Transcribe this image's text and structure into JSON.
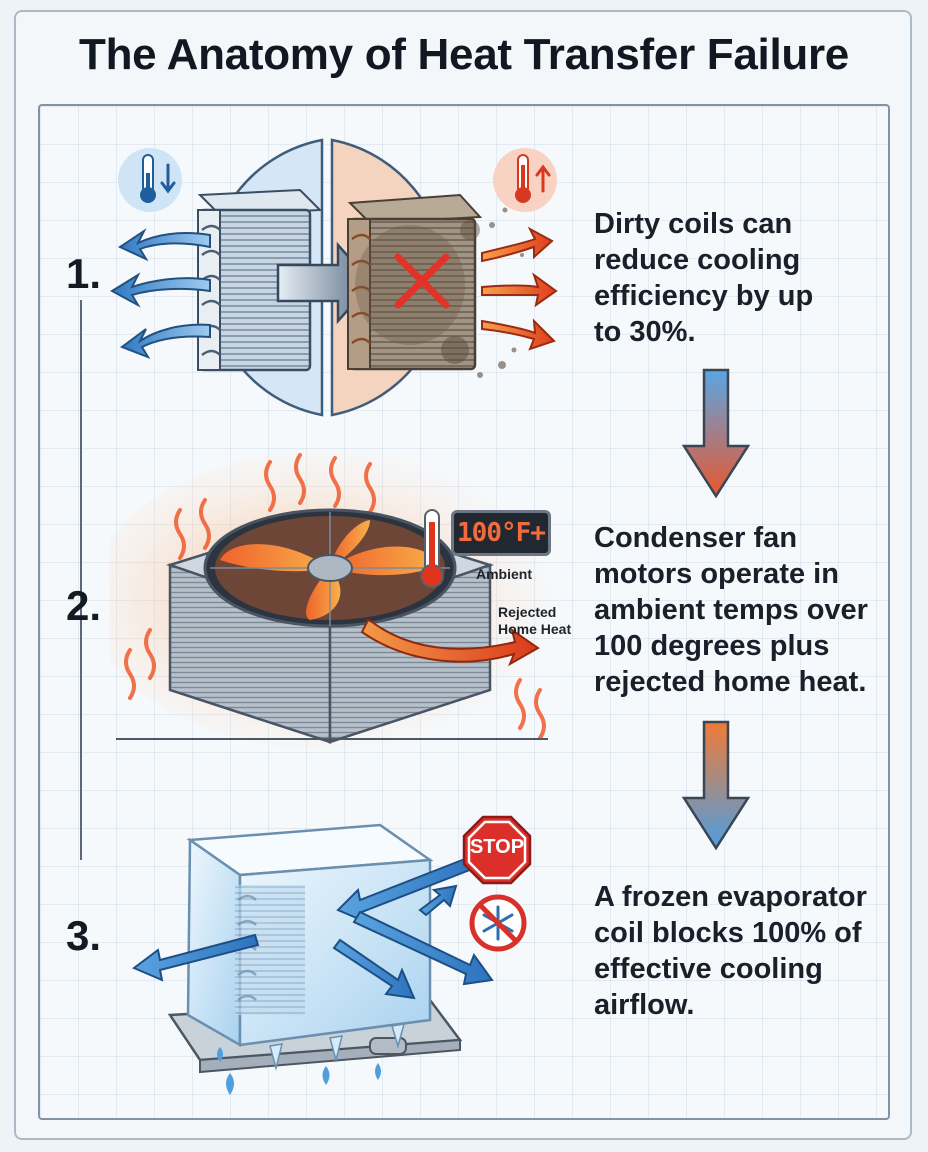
{
  "title": "The Anatomy of Heat Transfer Failure",
  "steps": [
    {
      "number": "1.",
      "lines": [
        "Dirty coils can",
        "reduce cooling",
        "efficiency by up",
        "to 30%."
      ]
    },
    {
      "number": "2.",
      "lines": [
        "Condenser fan",
        "motors operate in",
        "ambient temps over",
        "100 degrees plus",
        "rejected home heat."
      ],
      "display_reading": "100°F+",
      "ambient_label": "Ambient",
      "rejected_label_line1": "Rejected",
      "rejected_label_line2": "Home Heat"
    },
    {
      "number": "3.",
      "lines": [
        "A frozen evaporator",
        "coil blocks 100% of",
        "effective cooling",
        "airflow."
      ],
      "stop_sign_text": "STOP"
    }
  ],
  "colors": {
    "cool_blue": "#4a8fd1",
    "hot_red": "#e04a25",
    "hot_orange": "#f39a3c",
    "ice": "#cfe6f7"
  },
  "icons": [
    "thermometer-down-icon",
    "thermometer-up-icon",
    "arrow-right-icon",
    "x-mark-icon",
    "fan-icon",
    "thermometer-icon",
    "stop-sign-icon",
    "no-cold-icon",
    "water-drop-icon"
  ]
}
